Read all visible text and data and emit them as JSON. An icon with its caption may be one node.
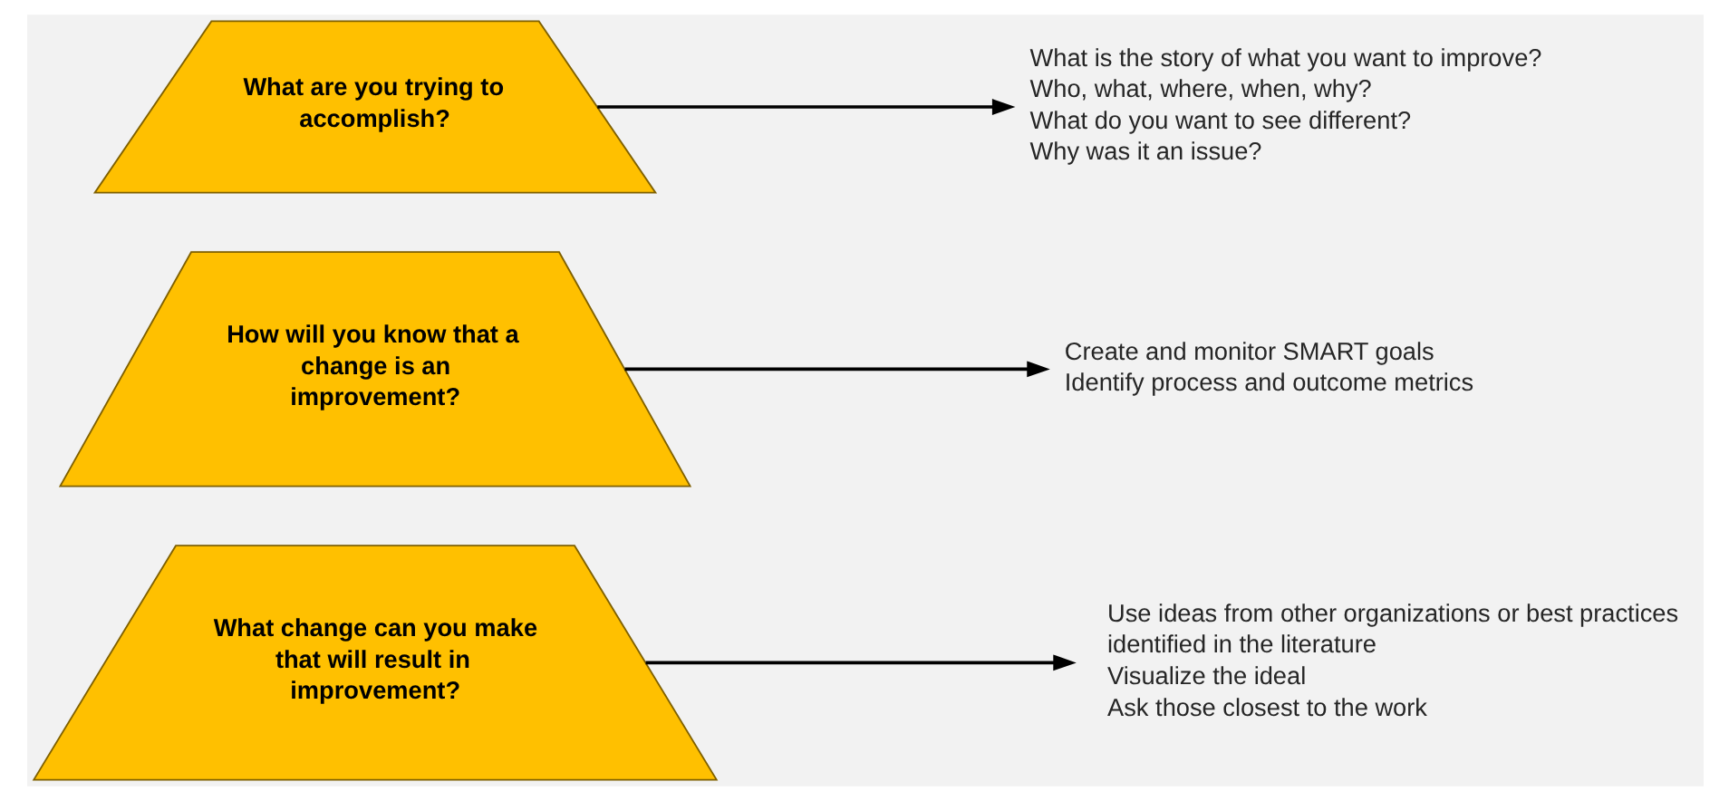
{
  "diagram": {
    "nodes": [
      {
        "text": [
          "What are you trying to accomplish?"
        ]
      },
      {
        "text": [
          "What is the story of what you want to improve?",
          "Who, what, where, when, why?",
          "What do you want to see different?",
          "Why was it an issue?"
        ]
      },
      {
        "text": [
          "How will you know that a change is an improvement?"
        ]
      },
      {
        "text": [
          "Create and monitor SMART goals",
          "Identify process and outcome metrics"
        ]
      },
      {
        "text": [
          "What change can you make that will result in improvement?"
        ]
      },
      {
        "text": [
          "Use ideas from other organizations or best practices identified in the literature",
          "Visualize the ideal",
          "Ask those closest to the work"
        ]
      }
    ],
    "edges": [
      {
        "from": 0,
        "to": 1,
        "arrow": "to"
      },
      {
        "from": 2,
        "to": 3,
        "arrow": "to"
      },
      {
        "from": 4,
        "to": 5,
        "arrow": "to"
      }
    ]
  }
}
